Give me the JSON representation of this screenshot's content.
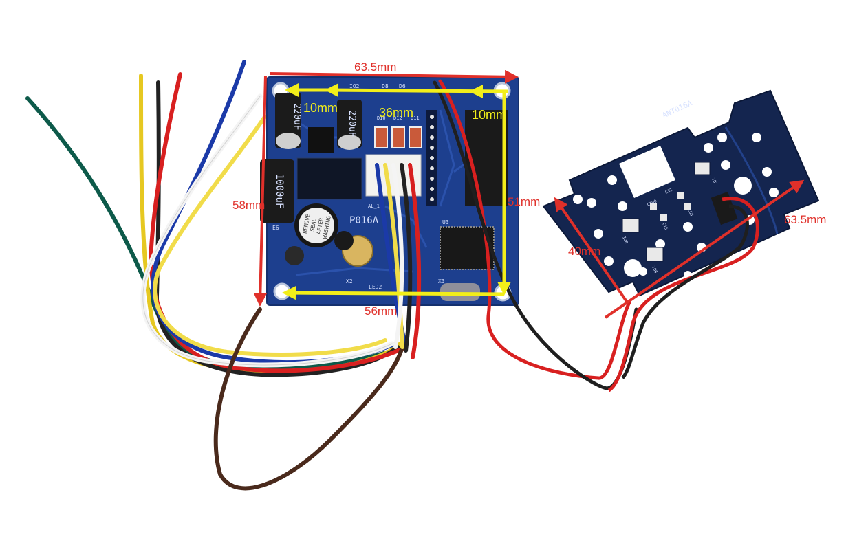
{
  "boards": {
    "main": {
      "silkscreen_model": "P016A",
      "buzzer_text": [
        "REMOVE",
        "SEAL",
        "AFTER",
        "WASHING"
      ],
      "capacitor_labels": [
        "220uF",
        "220uF",
        "1000uF"
      ],
      "component_refs": [
        "IO2",
        "D8",
        "D6",
        "D10",
        "D12",
        "D11",
        "E6",
        "X2",
        "X3",
        "LED2",
        "U3",
        "AL_1"
      ]
    },
    "antenna": {
      "silkscreen_model": "ANT016A",
      "component_refs": [
        "C32",
        "C100",
        "C66",
        "C15",
        "IO7",
        "IO8",
        "IO6"
      ]
    }
  },
  "dimensions": {
    "main_width_top": "63.5mm",
    "main_height_left": "58mm",
    "main_hole_spacing_bottom": "56mm",
    "main_hole_spacing_right": "51mm",
    "left_offset": "10mm",
    "right_offset": "10mm",
    "middle_span": "36mm",
    "antenna_height": "40mm",
    "antenna_length": "63.5mm"
  },
  "colors": {
    "pcb": "#1d3f8e",
    "annotation_red": "#e0302a",
    "annotation_yellow": "#f2ee1a"
  }
}
